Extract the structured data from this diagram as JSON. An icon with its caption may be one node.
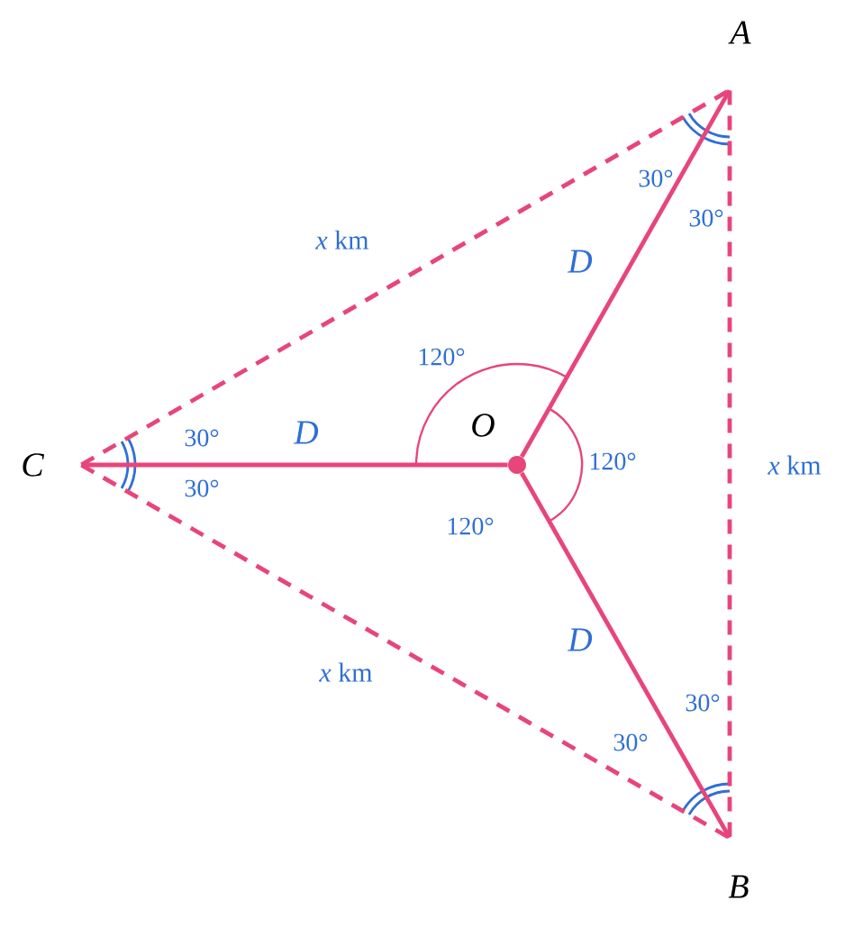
{
  "diagram": {
    "nodes": [
      {
        "text": [
          "A"
        ]
      },
      {
        "text": [
          "B"
        ]
      },
      {
        "text": [
          "C"
        ]
      },
      {
        "text": [
          "O"
        ]
      }
    ],
    "edges": [
      {
        "from": 3,
        "to": 0,
        "arrow": "none",
        "label": "D"
      },
      {
        "from": 3,
        "to": 1,
        "arrow": "none",
        "label": "D"
      },
      {
        "from": 3,
        "to": 2,
        "arrow": "none",
        "label": "D"
      },
      {
        "from": 2,
        "to": 0,
        "arrow": "none",
        "label": "*x* km",
        "style": "dashed"
      },
      {
        "from": 0,
        "to": 1,
        "arrow": "none",
        "label": "*x* km",
        "style": "dashed"
      },
      {
        "from": 2,
        "to": 1,
        "arrow": "none",
        "label": "*x* km",
        "style": "dashed"
      }
    ],
    "labels": [
      "30°",
      "30°",
      "120°",
      "30°",
      "30°",
      "120°",
      "120°",
      "30°",
      "30°"
    ]
  }
}
